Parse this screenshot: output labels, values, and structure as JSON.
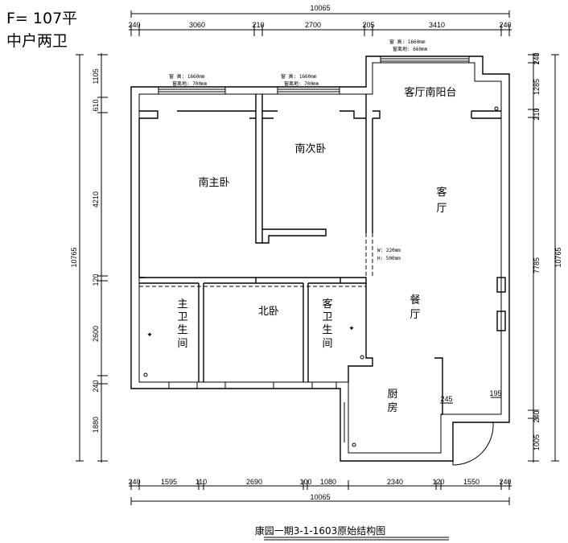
{
  "header": {
    "area": "F= 107平",
    "layout": "中户两卫"
  },
  "title": "康园一期3-1-1603原始结构图",
  "top_dims": {
    "total": "10065",
    "segments": [
      "240",
      "3060",
      "210",
      "2700",
      "205",
      "3410",
      "240"
    ]
  },
  "bottom_dims": {
    "total": "10065",
    "segments": [
      "240",
      "1595",
      "110",
      "2690",
      "100",
      "1080",
      "2340",
      "120",
      "1550",
      "240"
    ]
  },
  "left_dims": {
    "total": "10765",
    "segments": [
      "1105",
      "610",
      "4210",
      "120",
      "2600",
      "240",
      "1880"
    ]
  },
  "right_dims": {
    "total": "10765",
    "segments": [
      "240",
      "1285",
      "210",
      "7785",
      "240",
      "1005"
    ]
  },
  "rooms": {
    "master_bedroom": "南主卧",
    "second_bedroom": "南次卧",
    "living_balcony": "客厅南阳台",
    "living_room": [
      "客",
      "厅"
    ],
    "dining_room": [
      "餐",
      "厅"
    ],
    "north_bedroom": "北卧",
    "master_bath": [
      "主",
      "卫",
      "生",
      "间"
    ],
    "guest_bath": [
      "客",
      "卫",
      "生",
      "间"
    ],
    "kitchen": [
      "厨",
      "房"
    ]
  },
  "windows": {
    "w1": {
      "height": "窗  高: 1660mm",
      "sill": "窗离地: 700mm"
    },
    "w2": {
      "height": "窗  高: 1660mm",
      "sill": "窗离地: 700mm"
    },
    "w3": {
      "height": "窗  高: 1660mm",
      "sill": "窗离地: 660mm"
    }
  },
  "opening": {
    "w": "W: 220mm",
    "h": "H: 500mm"
  },
  "kitchen_dims": {
    "a": "245",
    "b": "195"
  }
}
